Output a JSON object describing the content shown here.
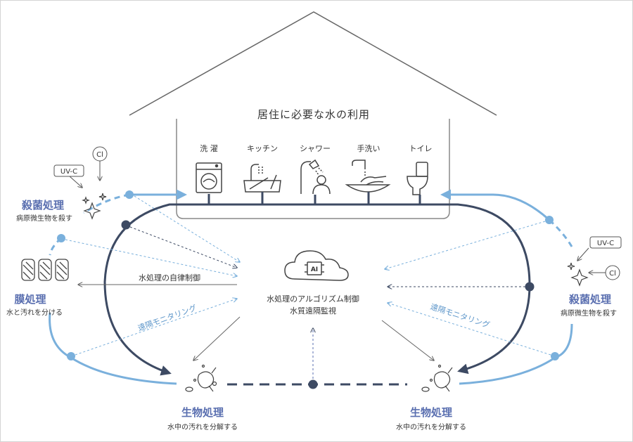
{
  "house": {
    "title": "居住に必要な水の利用"
  },
  "uses": [
    {
      "label": "洗 濯",
      "icon": "washing-machine-icon"
    },
    {
      "label": "キッチン",
      "icon": "kitchen-sink-icon"
    },
    {
      "label": "シャワー",
      "icon": "shower-icon"
    },
    {
      "label": "手洗い",
      "icon": "hand-wash-icon"
    },
    {
      "label": "トイレ",
      "icon": "toilet-icon"
    }
  ],
  "left_sterilization": {
    "title": "殺菌処理",
    "subtitle": "病原微生物を殺す",
    "uvc": "UV-C",
    "cl": "Cl"
  },
  "right_sterilization": {
    "title": "殺菌処理",
    "subtitle": "病原微生物を殺す",
    "uvc": "UV-C",
    "cl": "Cl"
  },
  "membrane": {
    "title": "膜処理",
    "subtitle": "水と汚れを分ける"
  },
  "bio_left": {
    "title": "生物処理",
    "subtitle": "水中の汚れを分解する"
  },
  "bio_right": {
    "title": "生物処理",
    "subtitle": "水中の汚れを分解する"
  },
  "ai": {
    "badge": "AI",
    "line1": "水処理のアルゴリズム制御",
    "line2": "水質遠隔監視"
  },
  "labels": {
    "autonomous": "水処理の自律制御",
    "remote_left": "遠隔モニタリング",
    "remote_right": "遠隔モニタリング"
  },
  "colors": {
    "dark": "#3d4a63",
    "light": "#7ab0dc",
    "accent": "#5a6fb0",
    "gray": "#666666"
  }
}
